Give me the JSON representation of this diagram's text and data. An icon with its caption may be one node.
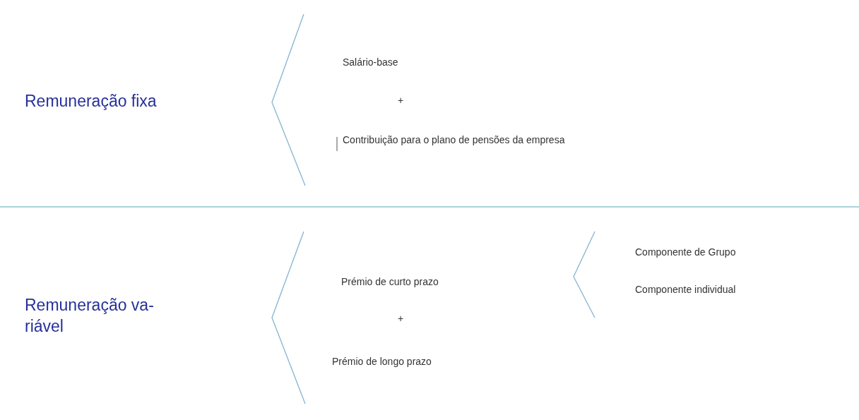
{
  "diagram": {
    "labels": [
      "Remuneração fixa",
      "Salário-base",
      "+",
      "Contribuição para o plano de pensões da empresa",
      "Remuneração va- riável",
      "Prémio de curto prazo",
      "+",
      "Prémio de longo prazo",
      "Componente de Grupo",
      "Componente individual"
    ]
  }
}
